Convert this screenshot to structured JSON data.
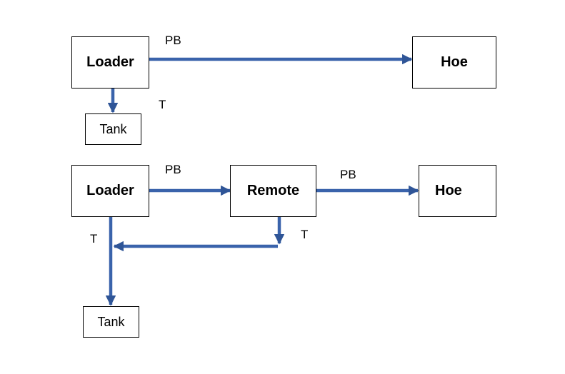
{
  "colors": {
    "arrow": "#2f5597",
    "arrow_edge": "#4472c4",
    "border": "#000000"
  },
  "diagram1": {
    "loader": "Loader",
    "hoe": "Hoe",
    "tank": "Tank",
    "pb_label": "PB",
    "t_label": "T"
  },
  "diagram2": {
    "loader": "Loader",
    "remote": "Remote",
    "hoe": "Hoe",
    "tank": "Tank",
    "pb_label_1": "PB",
    "pb_label_2": "PB",
    "t_label_1": "T",
    "t_label_2": "T"
  }
}
